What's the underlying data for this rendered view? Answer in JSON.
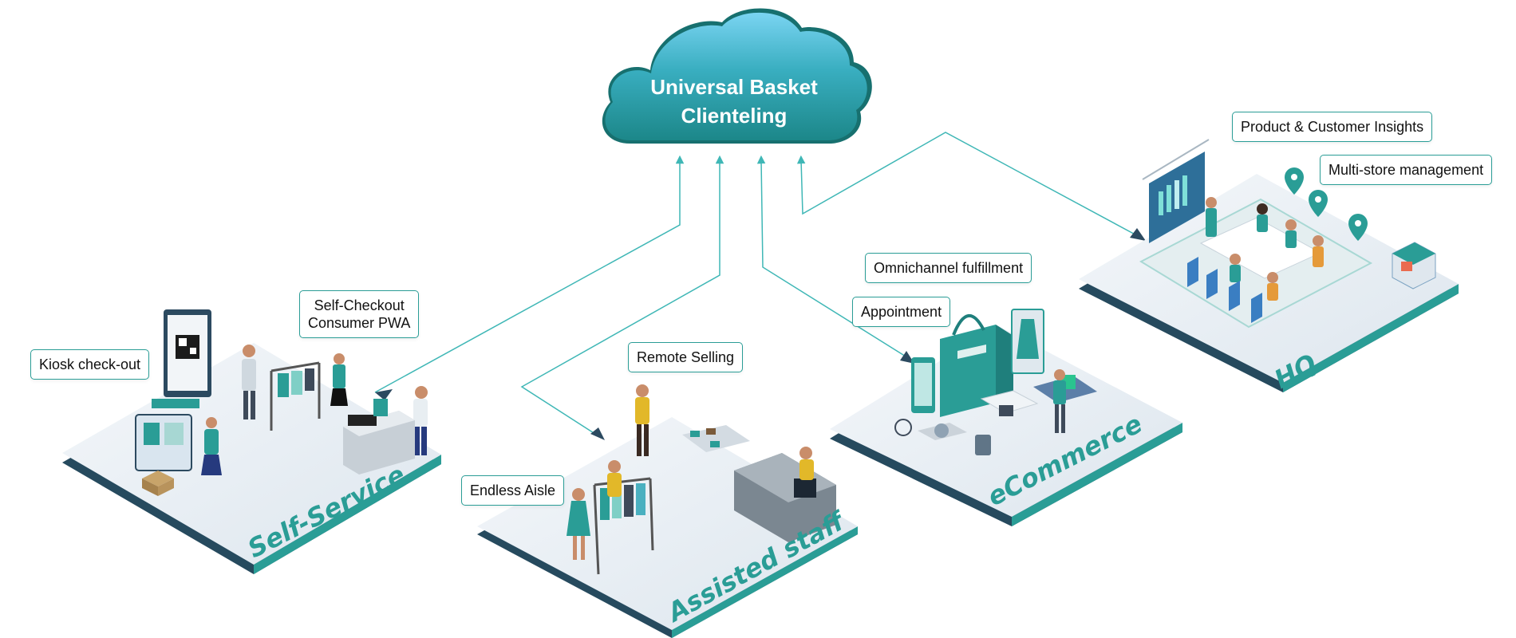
{
  "cloud": {
    "line1": "Universal Basket",
    "line2": "Clienteling"
  },
  "platforms": {
    "self_service": "Self-Service",
    "assisted_staff": "Assisted staff",
    "ecommerce": "eCommerce",
    "hq": "HQ"
  },
  "callouts": {
    "kiosk": "Kiosk check-out",
    "self_checkout_line1": "Self-Checkout",
    "self_checkout_line2": "Consumer PWA",
    "remote_selling": "Remote Selling",
    "endless_aisle": "Endless Aisle",
    "omnichannel": "Omnichannel fulfillment",
    "appointment": "Appointment",
    "product_insights": "Product & Customer Insights",
    "multistore": "Multi-store management"
  },
  "colors": {
    "teal": "#2a9d96",
    "teal_dark": "#1f7f7c",
    "cloud_top": "#6fd0ee",
    "cloud_bottom": "#1f8e91",
    "platform_top": "#e8eef4",
    "platform_edge": "#264a5e",
    "connector": "#3fb7b6"
  }
}
